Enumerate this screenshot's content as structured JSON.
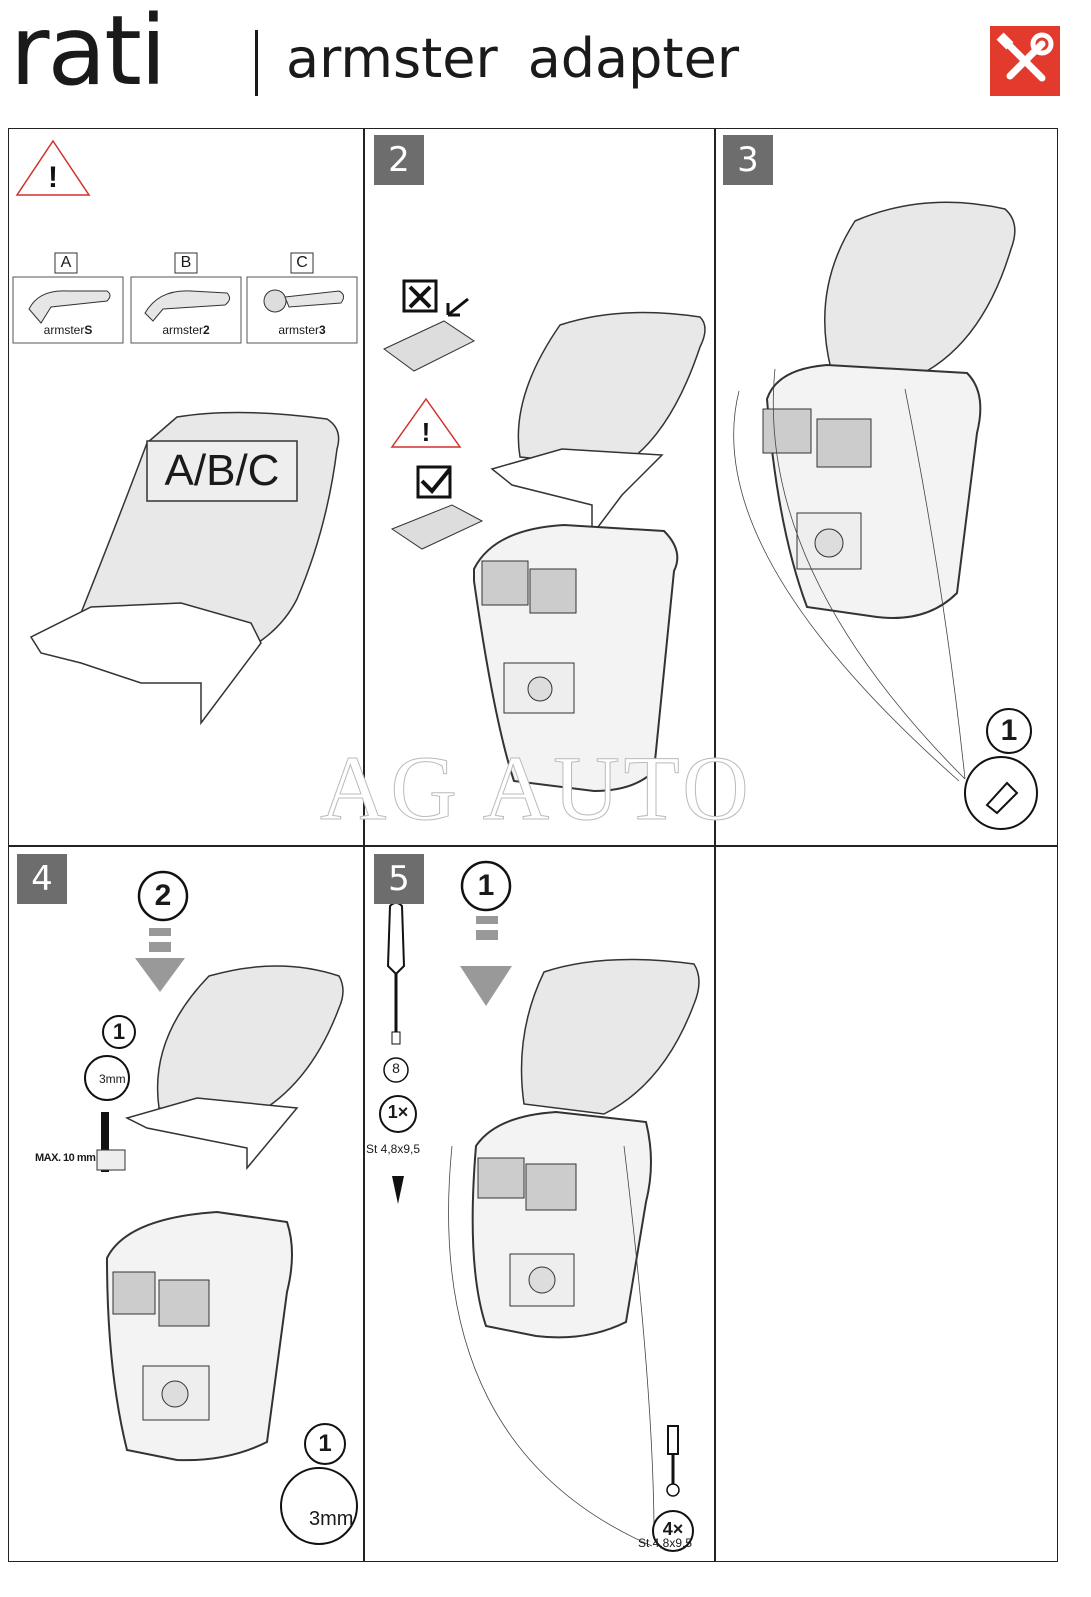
{
  "header": {
    "brand": "rati",
    "product_word1": "armster",
    "product_word2": "adapter",
    "tools_icon": "wrench-screwdriver-icon",
    "tools_color": "#e23a2c"
  },
  "panel1": {
    "models": [
      {
        "letter": "A",
        "name_light": "armster",
        "name_bold": "S"
      },
      {
        "letter": "B",
        "name_light": "armster",
        "name_bold": "2"
      },
      {
        "letter": "C",
        "name_light": "armster",
        "name_bold": "3"
      }
    ],
    "label": "A/B/C"
  },
  "panel2": {
    "step": "2"
  },
  "panel3": {
    "step": "3",
    "callout": "1"
  },
  "panel4": {
    "step": "4",
    "arrow_callout": "2",
    "drill_callout": "1",
    "drill_size": "3mm",
    "max_depth": "MAX. 10 mm",
    "bottom_callout": "1",
    "bottom_size": "3mm"
  },
  "panel5": {
    "step": "5",
    "arrow_callout": "1",
    "bit_size": "8",
    "qty_top": "1×",
    "screw_top": "St 4,8x9,5",
    "qty_bottom": "4×",
    "screw_bottom": "St 4,8x9,5"
  },
  "watermark": "AG AUTO"
}
